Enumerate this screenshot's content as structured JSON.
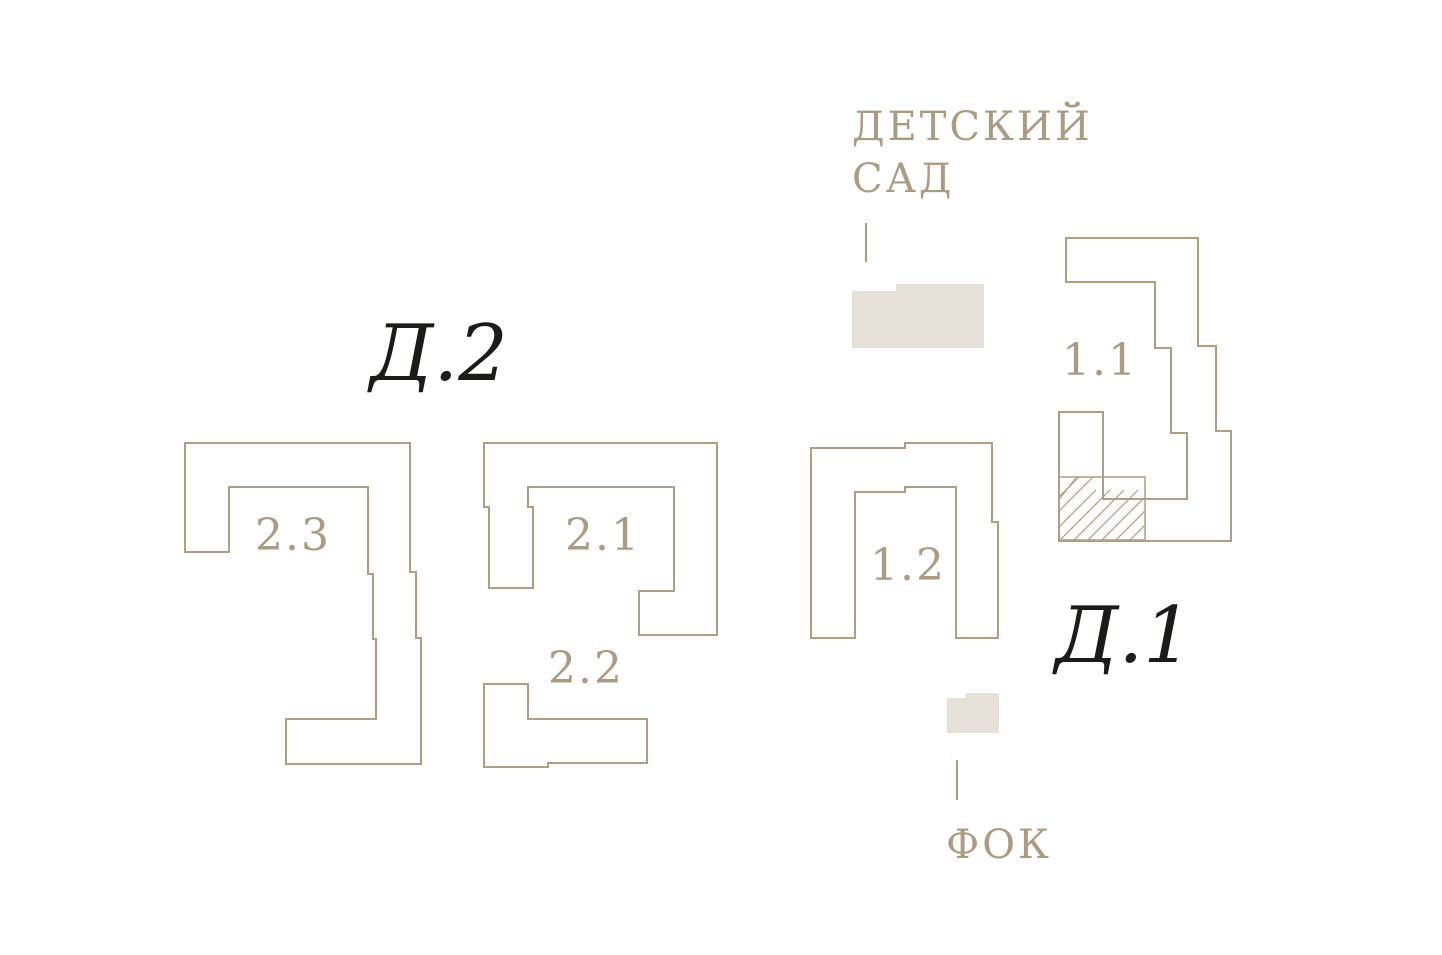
{
  "colors": {
    "outline": "#b09d83",
    "label": "#ab9b82",
    "queue_label": "#1d1b17",
    "facility_fill": "#e6e0d6",
    "background": "#ffffff"
  },
  "queues": {
    "d2": "Д.2",
    "d1": "Д.1"
  },
  "buildings": {
    "b23": "2.3",
    "b21": "2.1",
    "b22": "2.2",
    "b12": "1.2",
    "b11": "1.1"
  },
  "facilities": {
    "kindergarten_line1": "ДЕТСКИЙ",
    "kindergarten_line2": "САД",
    "fok": "ФОК"
  }
}
